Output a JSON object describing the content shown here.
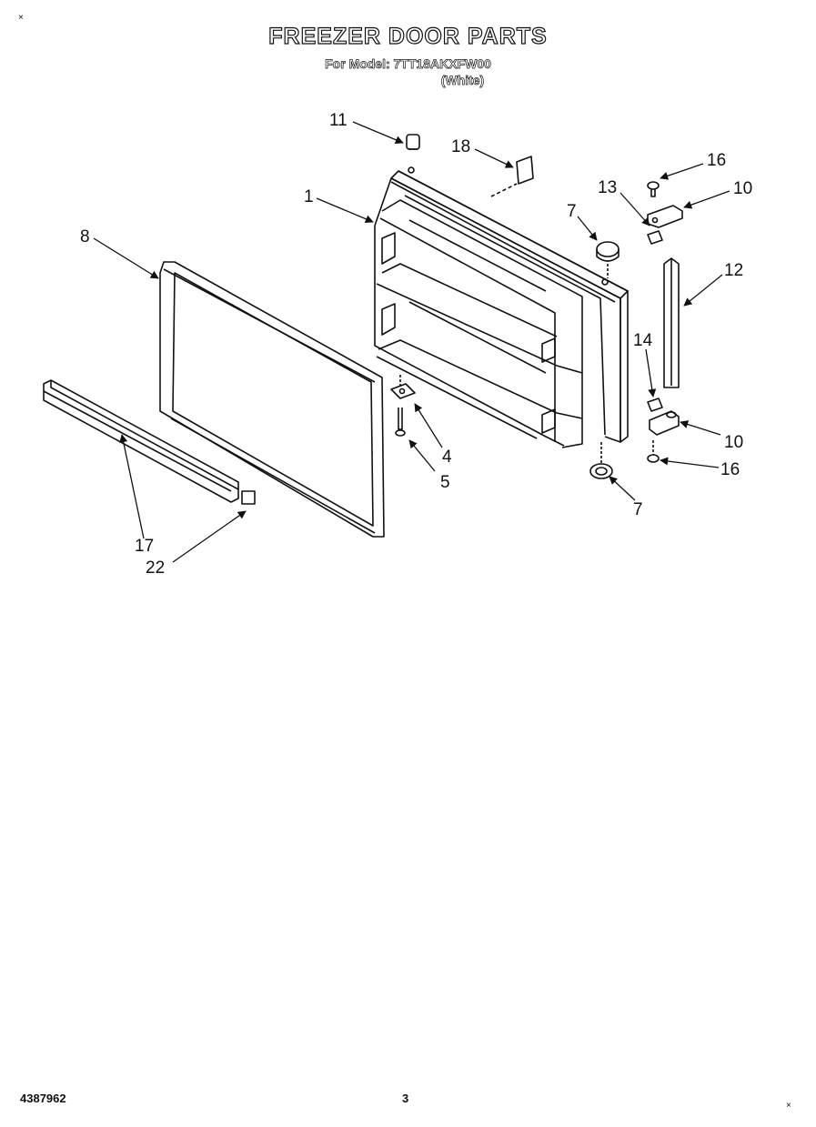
{
  "header": {
    "title": "FREEZER DOOR PARTS",
    "model_line": "For Model: 7TT18AKXFW00",
    "variant": "(White)"
  },
  "footer": {
    "doc_number": "4387962",
    "page_number": "3"
  },
  "corner_marks": [
    "×",
    "×"
  ],
  "callouts": [
    {
      "id": "c11",
      "label": "11"
    },
    {
      "id": "c18",
      "label": "18"
    },
    {
      "id": "c16a",
      "label": "16"
    },
    {
      "id": "c10a",
      "label": "10"
    },
    {
      "id": "c13",
      "label": "13"
    },
    {
      "id": "c1",
      "label": "1"
    },
    {
      "id": "c7a",
      "label": "7"
    },
    {
      "id": "c8",
      "label": "8"
    },
    {
      "id": "c12",
      "label": "12"
    },
    {
      "id": "c14",
      "label": "14"
    },
    {
      "id": "c4",
      "label": "4"
    },
    {
      "id": "c5",
      "label": "5"
    },
    {
      "id": "c10b",
      "label": "10"
    },
    {
      "id": "c16b",
      "label": "16"
    },
    {
      "id": "c7b",
      "label": "7"
    },
    {
      "id": "c17",
      "label": "17"
    },
    {
      "id": "c22",
      "label": "22"
    }
  ]
}
